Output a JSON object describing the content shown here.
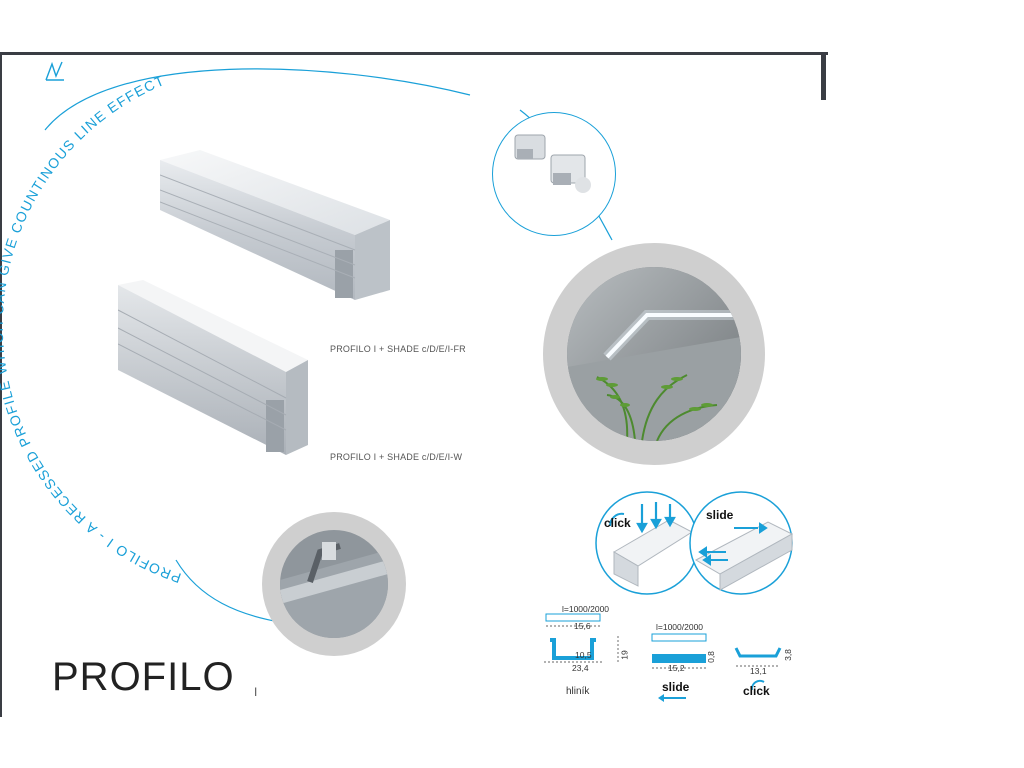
{
  "curved_heading": "PROFILO I - A RECESSED PROFILE WHICH CAN GIVE COUNTINOUS LINE EFFECT",
  "captions": {
    "fr": "PROFILO I + SHADE c/D/E/I-FR",
    "w": "PROFILO I + SHADE c/D/E/I-W"
  },
  "title": {
    "main": "PROFILO",
    "suffix": "I"
  },
  "callouts": {
    "click": "click",
    "slide": "slide"
  },
  "diagrams": {
    "length_a": "l=1000/2000",
    "length_b": "l=1000/2000",
    "dims": [
      "15,6",
      "10,5",
      "23,4",
      "19",
      "15,2",
      "0,8",
      "13,1",
      "3,8"
    ],
    "material": "hliník",
    "slide_label": "slide",
    "click_label": "click"
  },
  "colors": {
    "accent": "#1aa0d8",
    "frame": "#3a3d44",
    "ring": "#c9c9c9"
  }
}
